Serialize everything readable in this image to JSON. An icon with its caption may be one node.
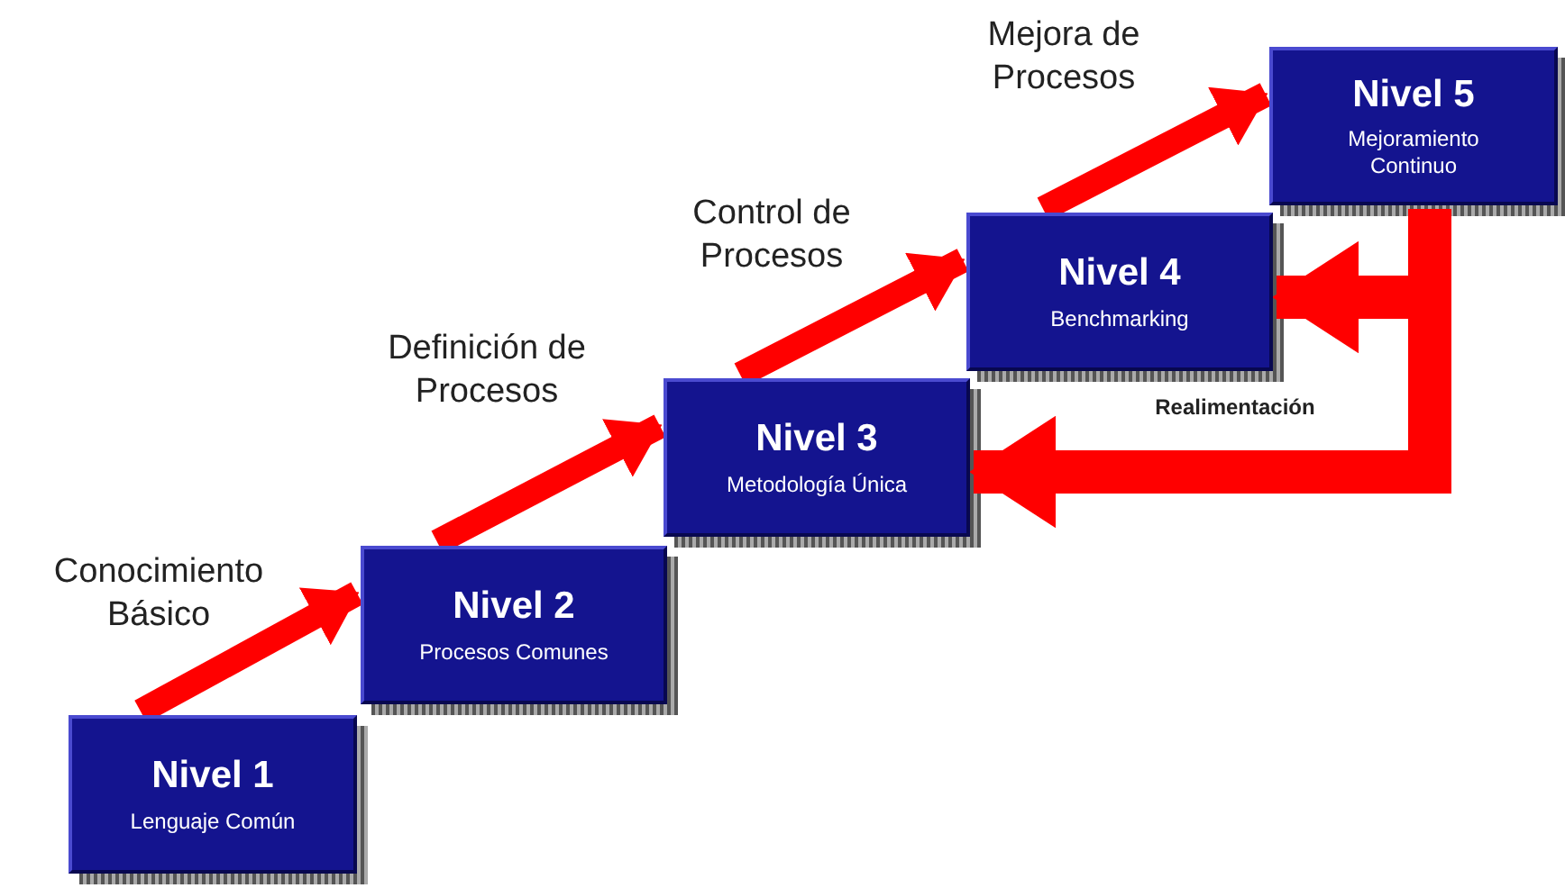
{
  "diagram": {
    "nodes": [
      {
        "text": [
          "Nivel 1",
          "Lenguaje Común"
        ]
      },
      {
        "text": [
          "Nivel 2",
          "Procesos Comunes"
        ]
      },
      {
        "text": [
          "Nivel 3",
          "Metodología Única"
        ]
      },
      {
        "text": [
          "Nivel 4",
          "Benchmarking"
        ]
      },
      {
        "text": [
          "Nivel 5",
          "Mejoramiento Continuo"
        ]
      }
    ],
    "edges": [
      {
        "from": 0,
        "to": 1,
        "arrow": "to",
        "label": "Conocimiento Básico"
      },
      {
        "from": 1,
        "to": 2,
        "arrow": "to",
        "label": "Definición de Procesos"
      },
      {
        "from": 2,
        "to": 3,
        "arrow": "to",
        "label": "Control de Procesos"
      },
      {
        "from": 3,
        "to": 4,
        "arrow": "to",
        "label": "Mejora de Procesos"
      },
      {
        "from": 4,
        "to": 3,
        "arrow": "to"
      },
      {
        "from": 4,
        "to": 2,
        "arrow": "to",
        "label": "Realimentación"
      }
    ]
  }
}
